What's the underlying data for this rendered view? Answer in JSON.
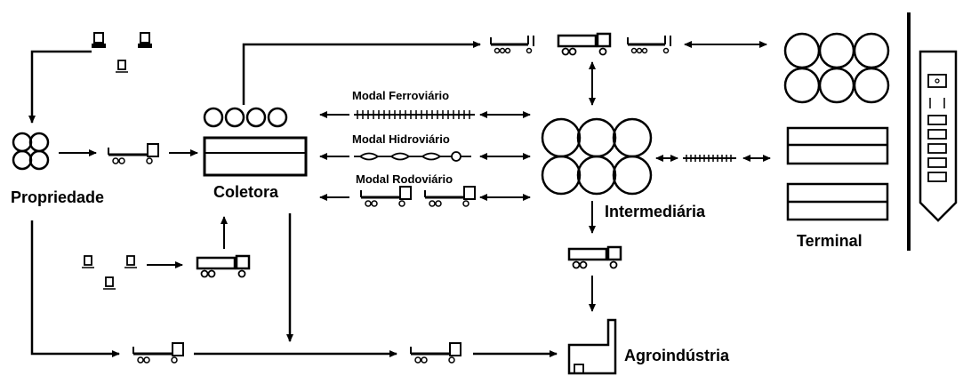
{
  "nodes": {
    "propriedade": "Propriedade",
    "coletora": "Coletora",
    "intermediaria": "Intermediária",
    "terminal": "Terminal",
    "agroindustria": "Agroindústria"
  },
  "modals": {
    "ferroviario": "Modal Ferroviário",
    "hidroviario": "Modal Hidroviário",
    "rodoviario": "Modal Rodoviário"
  },
  "icons": {
    "silo": "silo-icon",
    "warehouse": "warehouse-icon",
    "truck": "truck-icon",
    "train": "train-icon",
    "barge": "barge-icon",
    "rail_track": "rail-track-icon",
    "harvester": "harvester-icon",
    "ship": "ship-icon",
    "factory": "factory-icon"
  },
  "colors": {
    "ink": "#000000",
    "background": "#ffffff"
  }
}
